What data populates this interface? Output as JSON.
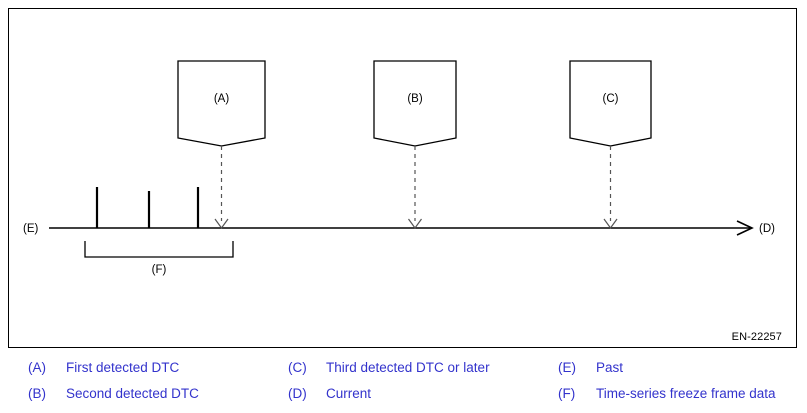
{
  "diagram": {
    "code": "EN-22257",
    "timeline": {
      "start_label": "(E)",
      "end_label": "(D)"
    },
    "events": [
      {
        "key": "(A)",
        "name": "first-detected-dtc"
      },
      {
        "key": "(B)",
        "name": "second-detected-dtc"
      },
      {
        "key": "(C)",
        "name": "third-detected-dtc"
      }
    ],
    "bracket": {
      "label": "(F)"
    }
  },
  "legend": {
    "columns": [
      {
        "items": [
          {
            "key": "(A)",
            "text": "First detected DTC"
          },
          {
            "key": "(B)",
            "text": "Second detected DTC"
          }
        ]
      },
      {
        "items": [
          {
            "key": "(C)",
            "text": "Third detected DTC or later"
          },
          {
            "key": "(D)",
            "text": "Current"
          }
        ]
      },
      {
        "items": [
          {
            "key": "(E)",
            "text": "Past"
          },
          {
            "key": "(F)",
            "text": "Time-series freeze frame data"
          }
        ]
      }
    ]
  },
  "colors": {
    "legend_text": "#3333cc",
    "stroke": "#000000",
    "dashed": "#555555",
    "background": "#ffffff"
  }
}
